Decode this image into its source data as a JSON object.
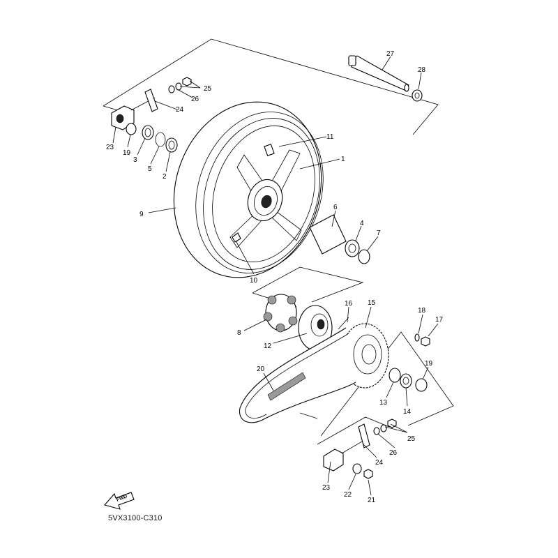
{
  "diagram_code": "5VX3100-C310",
  "fwd_label": "FWD",
  "callouts": [
    {
      "id": "p1",
      "text": "1"
    },
    {
      "id": "p2",
      "text": "2"
    },
    {
      "id": "p3",
      "text": "3"
    },
    {
      "id": "p4",
      "text": "4"
    },
    {
      "id": "p5",
      "text": "5"
    },
    {
      "id": "p6",
      "text": "6"
    },
    {
      "id": "p7",
      "text": "7"
    },
    {
      "id": "p8",
      "text": "8"
    },
    {
      "id": "p9",
      "text": "9"
    },
    {
      "id": "p10",
      "text": "10"
    },
    {
      "id": "p11",
      "text": "11"
    },
    {
      "id": "p12",
      "text": "12"
    },
    {
      "id": "p13",
      "text": "13"
    },
    {
      "id": "p14",
      "text": "14"
    },
    {
      "id": "p15",
      "text": "15"
    },
    {
      "id": "p16",
      "text": "16"
    },
    {
      "id": "p17",
      "text": "17"
    },
    {
      "id": "p18",
      "text": "18"
    },
    {
      "id": "p19a",
      "text": "19"
    },
    {
      "id": "p19b",
      "text": "19"
    },
    {
      "id": "p20",
      "text": "20"
    },
    {
      "id": "p21",
      "text": "21"
    },
    {
      "id": "p22",
      "text": "22"
    },
    {
      "id": "p23a",
      "text": "23"
    },
    {
      "id": "p23b",
      "text": "23"
    },
    {
      "id": "p24a",
      "text": "24"
    },
    {
      "id": "p24b",
      "text": "24"
    },
    {
      "id": "p25a",
      "text": "25"
    },
    {
      "id": "p25b",
      "text": "25"
    },
    {
      "id": "p26a",
      "text": "26"
    },
    {
      "id": "p26b",
      "text": "26"
    },
    {
      "id": "p27",
      "text": "27"
    },
    {
      "id": "p28",
      "text": "28"
    }
  ]
}
